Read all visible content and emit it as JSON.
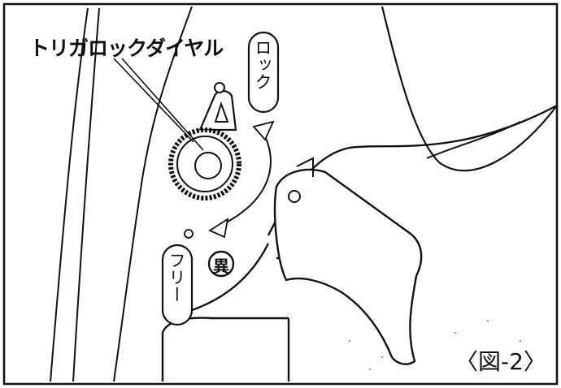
{
  "callout": {
    "label": "トリガロックダイヤル"
  },
  "lock_indicator": {
    "label": "ロック",
    "icon": "lock-tab-icon"
  },
  "free_indicator": {
    "label": "フリー",
    "icon": "free-tab-icon"
  },
  "stamp": {
    "text": "異",
    "icon": "circle-stamp-icon"
  },
  "figure_caption": {
    "text": "〈図-2〉"
  }
}
